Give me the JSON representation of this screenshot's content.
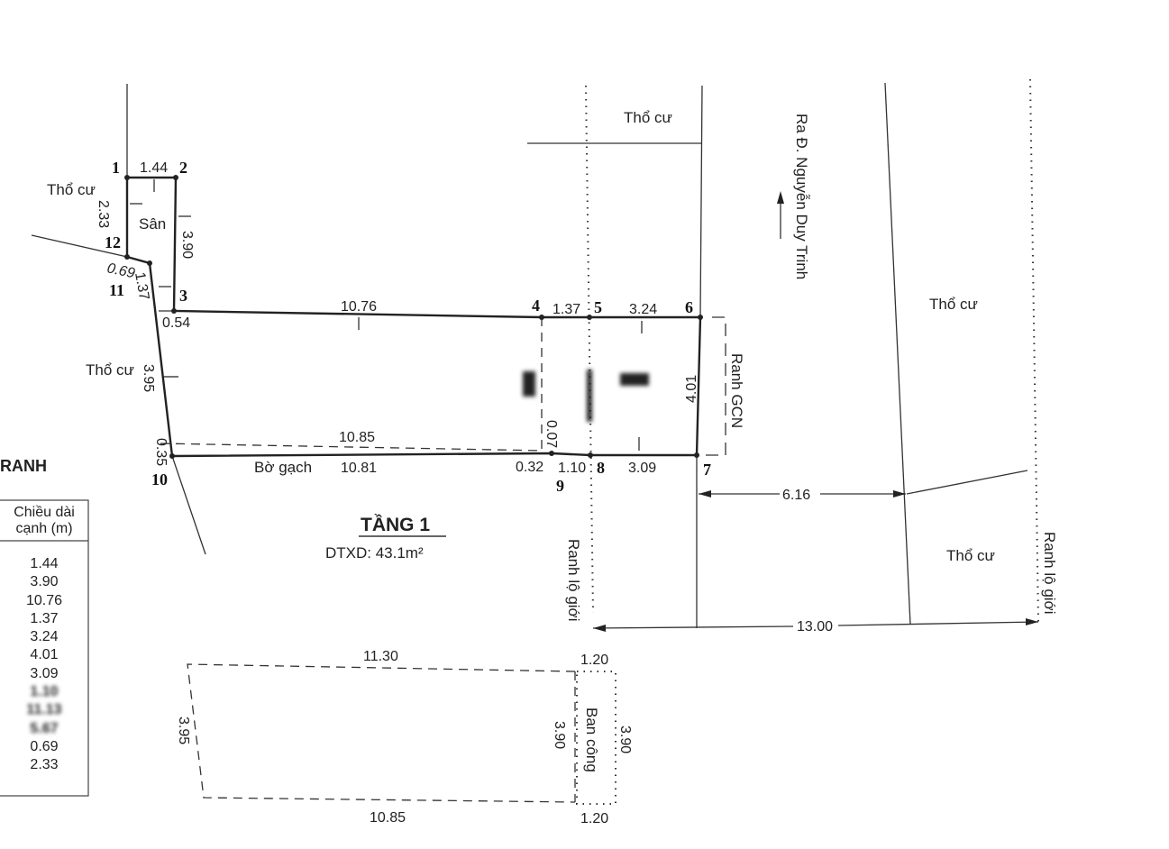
{
  "labels": {
    "tho_cu": "Thổ cư",
    "san": "Sân",
    "road": "Ra Đ. Nguyễn Duy Trinh",
    "ranh_gcn": "Ranh GCN",
    "ranh_lo_gioi": "Ranh lộ giới",
    "bo_gach": "Bờ gạch",
    "ban_cong": "Ban công",
    "floor_title": "TẦNG 1",
    "dtxd": "DTXD: 43.1m²",
    "ranh": "RANH"
  },
  "points": [
    "1",
    "2",
    "3",
    "4",
    "5",
    "6",
    "7",
    "8",
    "9",
    "10",
    "11",
    "12"
  ],
  "dims": {
    "d1_2": "1.44",
    "d2_3": "3.90",
    "d3_4": "10.76",
    "d4_5": "1.37",
    "d5_6": "3.24",
    "d6_7": "4.01",
    "d7_8": "3.09",
    "d8_9": "1.10",
    "d9_10": "10.81",
    "d10_11": "3.95",
    "d11_12": "0.69",
    "d12_1": "2.33",
    "d11_3": "1.37",
    "d054": "0.54",
    "d035": "0.35",
    "d1085": "10.85",
    "d032": "0.32",
    "d007": "0.07",
    "d616": "6.16",
    "d1300": "13.00"
  },
  "balcony": {
    "top": "11.30",
    "bottom": "10.85",
    "left": "3.95",
    "inner": "3.90",
    "right": "3.90",
    "top_w": "1.20",
    "bottom_w": "1.20"
  },
  "table": {
    "header": "Chiều dài cạnh (m)",
    "rows": [
      "1.44",
      "3.90",
      "10.76",
      "1.37",
      "3.24",
      "4.01",
      "3.09",
      "1.10",
      "11.13",
      "5.67",
      "0.69",
      "2.33"
    ]
  }
}
